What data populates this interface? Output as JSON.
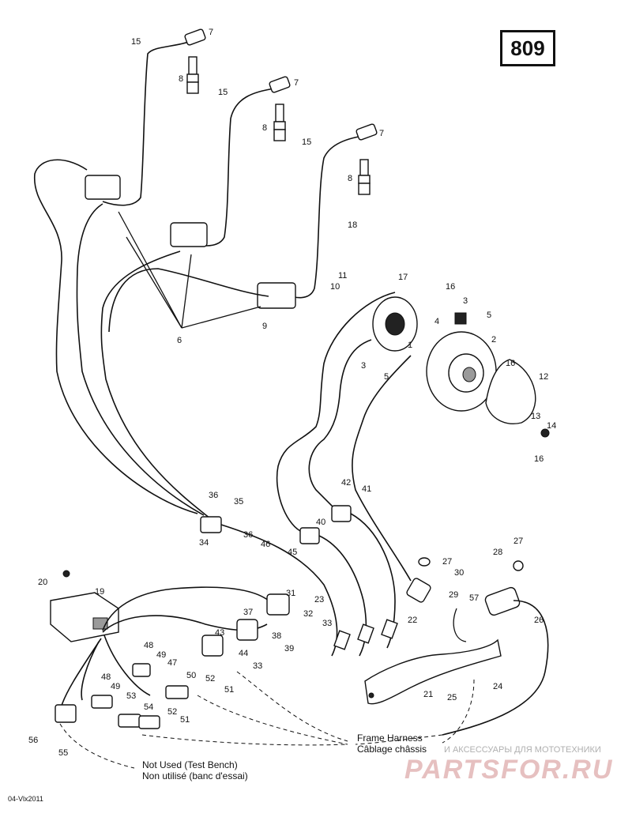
{
  "page_number": "809",
  "footer_code": "04-Vlx2011",
  "annotations": {
    "frame_harness_en": "Frame Harness",
    "frame_harness_fr": "Câblage châssis",
    "not_used_en": "Not Used (Test Bench)",
    "not_used_fr": "Non utilisé (banc d'essai)"
  },
  "watermark": {
    "line1": "И АКСЕССУАРЫ ДЛЯ МОТОТЕХНИКИ",
    "logo": "PARTSFOR.RU"
  },
  "callouts": [
    "1",
    "2",
    "3",
    "4",
    "5",
    "6",
    "7",
    "8",
    "9",
    "10",
    "11",
    "12",
    "13",
    "14",
    "15",
    "16",
    "17",
    "18",
    "19",
    "20",
    "21",
    "22",
    "23",
    "24",
    "25",
    "26",
    "27",
    "28",
    "29",
    "30",
    "31",
    "32",
    "33",
    "34",
    "35",
    "36",
    "37",
    "38",
    "39",
    "40",
    "41",
    "42",
    "43",
    "44",
    "45",
    "46",
    "47",
    "48",
    "49",
    "50",
    "51",
    "52",
    "53",
    "54",
    "55",
    "56",
    "57"
  ]
}
